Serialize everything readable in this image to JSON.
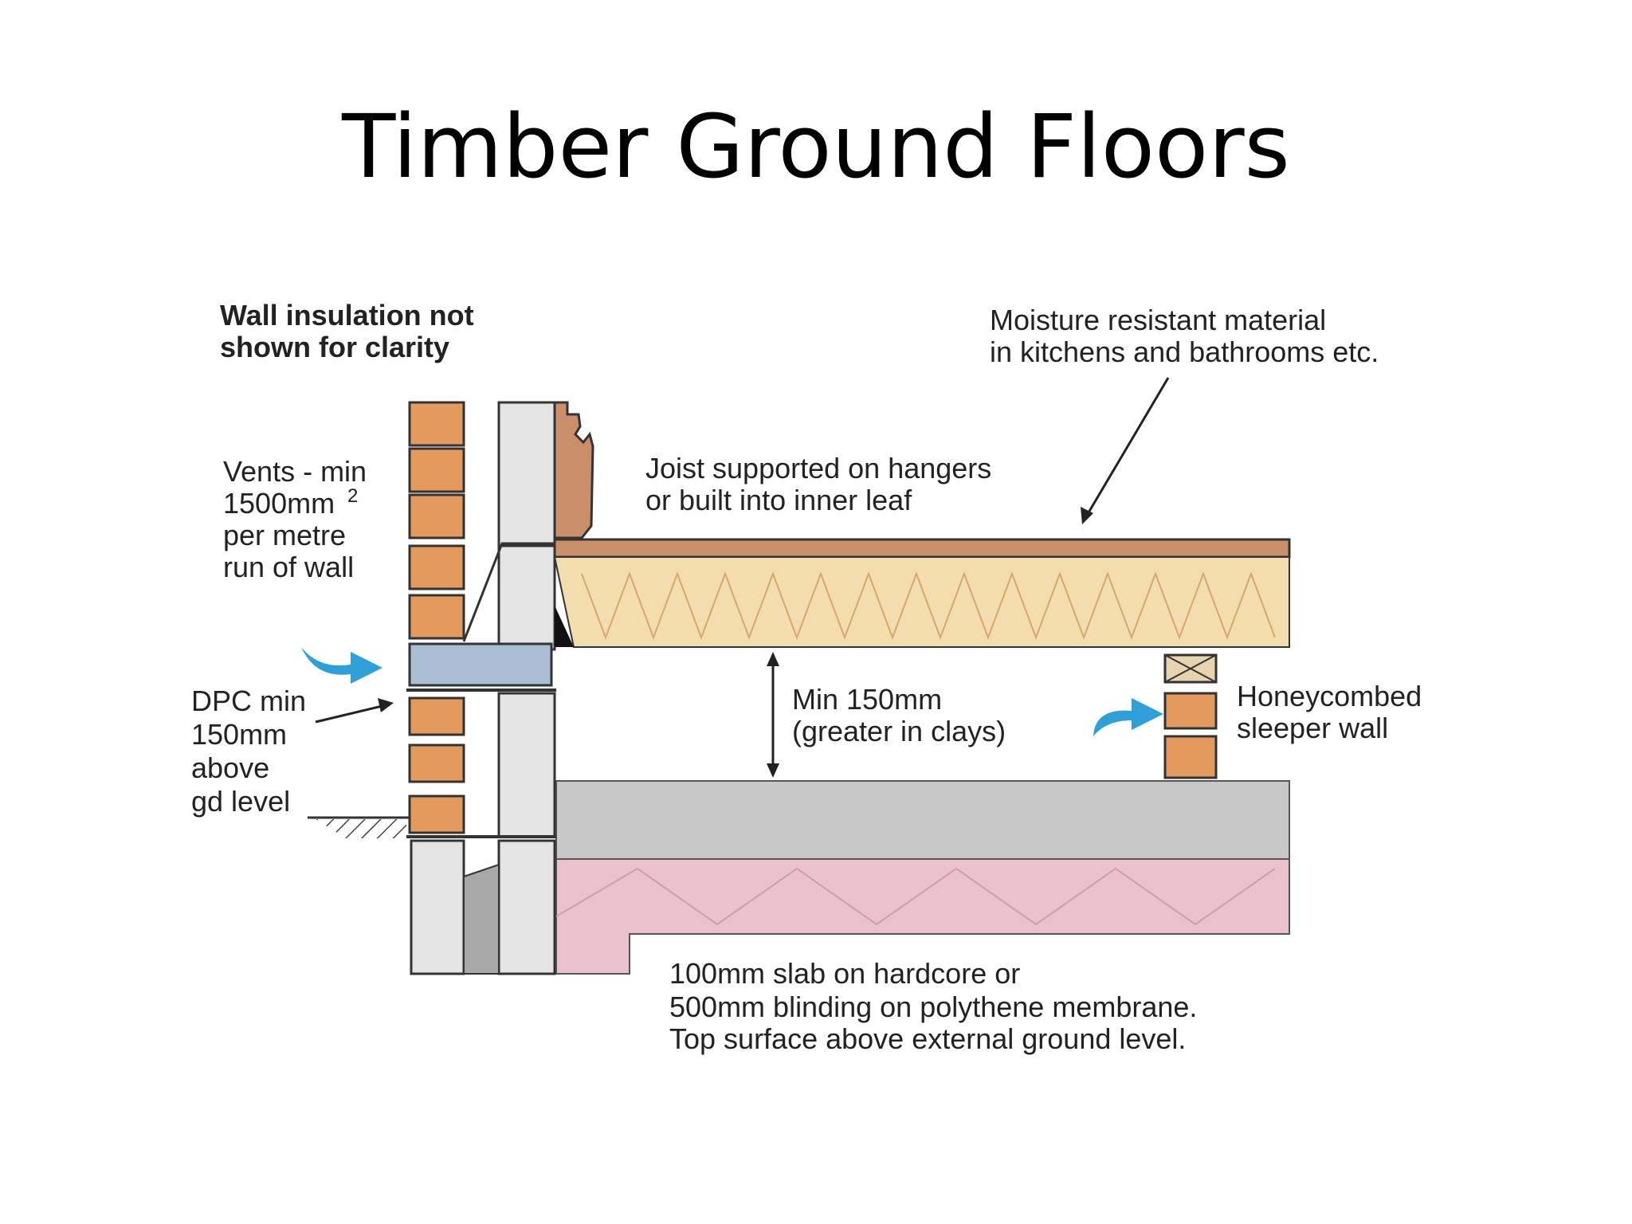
{
  "title": "Timber Ground Floors",
  "labels": {
    "wall_insulation": [
      "Wall insulation not",
      "shown for clarity"
    ],
    "moisture": [
      "Moisture resistant material",
      "in kitchens and bathrooms etc."
    ],
    "vents": [
      "Vents - min",
      "1500mm",
      "per metre",
      "run of wall"
    ],
    "vents_superscript": "2",
    "joist": [
      "Joist supported on hangers",
      "or built into inner leaf"
    ],
    "dpc": [
      "DPC min",
      "150mm",
      "above",
      "gd level"
    ],
    "void_depth": [
      "Min 150mm",
      "(greater in clays)"
    ],
    "sleeper_wall": [
      "Honeycombed",
      "sleeper wall"
    ],
    "slab": [
      "100mm slab on hardcore or",
      "500mm blinding on polythene membrane.",
      "Top surface above external ground level."
    ]
  },
  "colors": {
    "brick": "#e39a5c",
    "brick_edge": "#333333",
    "block": "#e4e4e4",
    "dpc_band": "#a9bed3",
    "insulation": "#f3dcae",
    "insulation_line": "#d9a86c",
    "floorboard": "#c98e6a",
    "concrete": "#c8c8c8",
    "hardcore": "#e9c2cc",
    "vent_arrow": "#2f9fd8"
  },
  "icons": [
    "vent-airflow-arrow-icon",
    "sleeper-vent-airflow-arrow-icon",
    "ground-hatch-icon",
    "joist-cross-section-icon"
  ]
}
